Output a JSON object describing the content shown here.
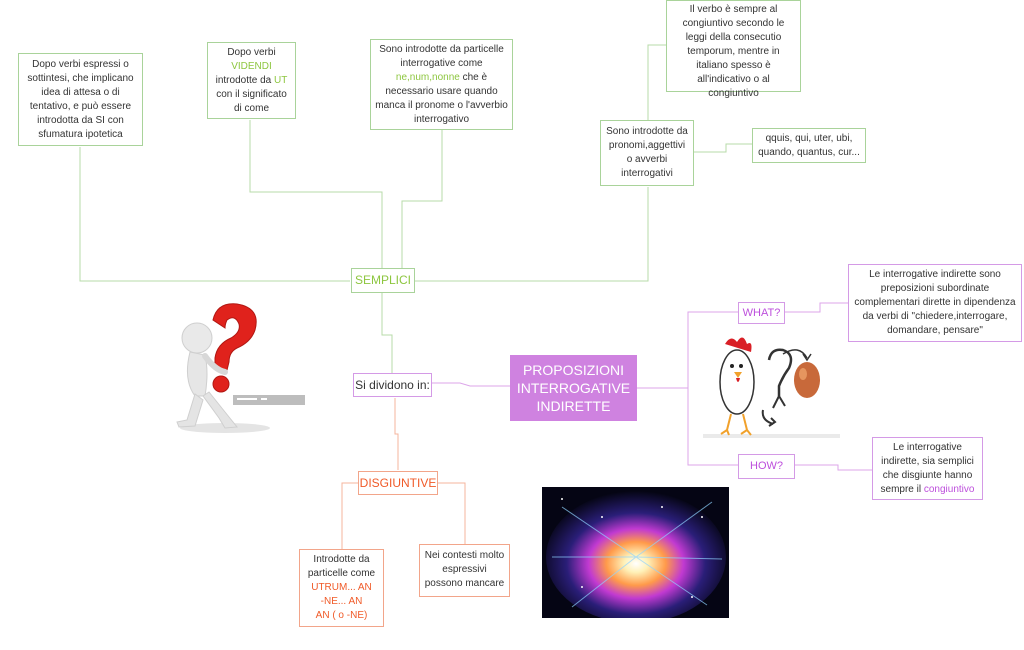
{
  "central": {
    "line1": "PROPOSIZIONI",
    "line2": "INTERROGATIVE",
    "line3": "INDIRETTE"
  },
  "si_dividono": "Si dividono in:",
  "semplici": "SEMPLICI",
  "disgiuntive": "DISGIUNTIVE",
  "what": "WHAT?",
  "how": "HOW?",
  "box_dopo_verbi_espressi": {
    "text": "Dopo verbi espressi o sottintesi, che implicano idea di attesa o di tentativo, e può essere introdotta da SI con sfumatura ipotetica"
  },
  "box_videndi": {
    "pre": "Dopo verbi",
    "hl1": "VIDENDI",
    "mid": "introdotte da",
    "hl2": "UT",
    "post": "con il significato di come"
  },
  "box_particelle": {
    "pre": "Sono introdotte da particelle interrogative come",
    "hl": "ne,num,nonne",
    "post": "che è necessario usare quando manca il pronome o l'avverbio interrogativo"
  },
  "box_pronomi": {
    "text": "Sono introdotte da pronomi,aggettivi o avverbi interrogativi"
  },
  "box_consecutio": {
    "text": "Il verbo è sempre al congiuntivo secondo le leggi della consecutio temporum, mentre in italiano spesso è all'indicativo o al congiuntivo"
  },
  "box_quis": {
    "text": "qquis, qui, uter, ubi, quando, quantus, cur..."
  },
  "box_what_def": {
    "text": "Le interrogative indirette sono preposizioni subordinate complementari dirette in dipendenza da verbi di \"chiedere,interrogare, domandare, pensare\""
  },
  "box_how_def": {
    "pre": "Le interrogative indirette, sia semplici che disgiunte hanno sempre il",
    "hl": "congiuntivo"
  },
  "box_utrum": {
    "pre": "Introdotte da particelle come",
    "l1": "UTRUM... AN",
    "l2": "-NE... AN",
    "l3": "AN ( o -NE)"
  },
  "box_contesti": {
    "text": "Nei contesti molto espressivi possono mancare"
  },
  "colors": {
    "green": "#8dc63f",
    "purple": "#bd4fdc",
    "orange": "#f05a28",
    "central_bg": "#cf82e0"
  },
  "icons": [
    "question-man-image",
    "chicken-egg-image",
    "galaxy-image"
  ]
}
